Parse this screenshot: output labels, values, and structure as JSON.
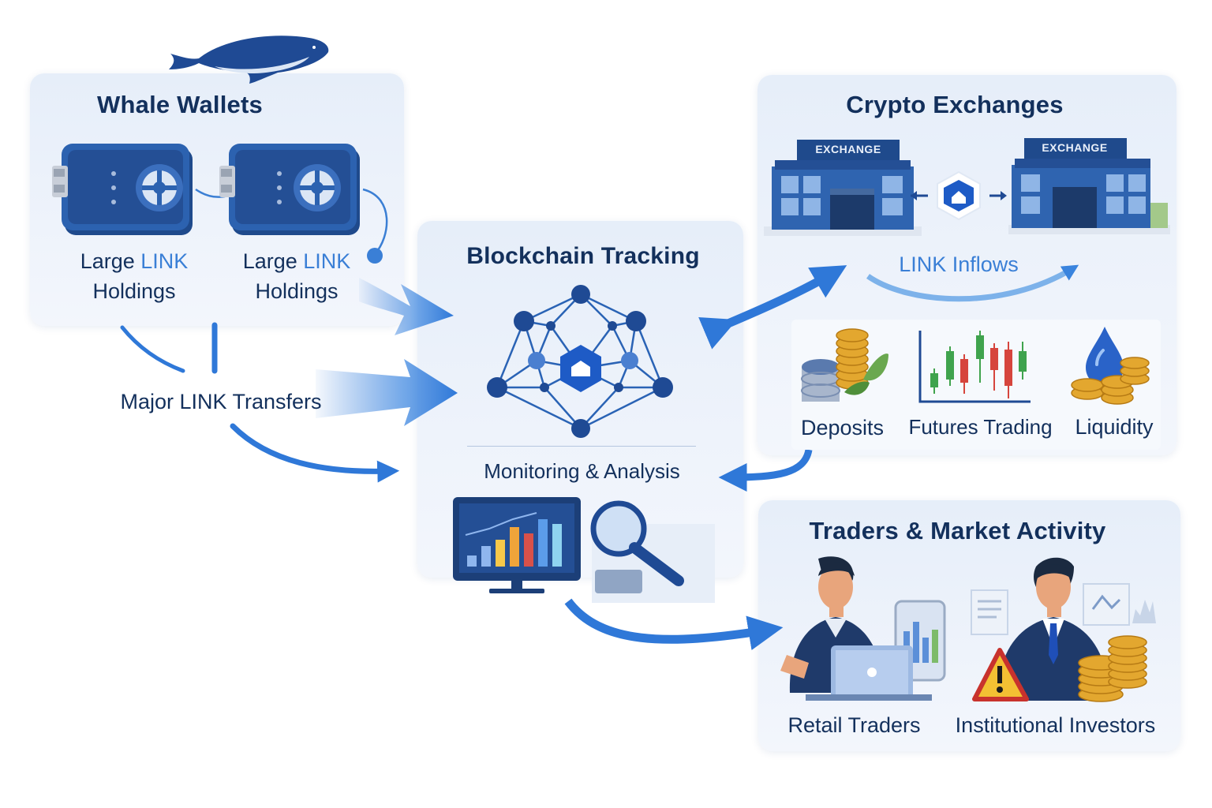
{
  "whale_panel": {
    "title": "Whale Wallets",
    "vault_1": {
      "line_1": "Large",
      "line_1_accent": "LINK",
      "line_2": "Holdings"
    },
    "vault_2": {
      "line_1": "Large",
      "line_1_accent": "LINK",
      "line_2": "Holdings"
    }
  },
  "transfers_label": "Major LINK Transfers",
  "tracking_panel": {
    "title": "Blockchain Tracking",
    "subtitle": "Monitoring & Analysis"
  },
  "exchange_panel": {
    "title": "Crypto Exchanges",
    "building_1_sign": "EXCHANGE",
    "building_2_sign": "EXCHANGE",
    "inflows_label": "LINK Inflows",
    "items": [
      {
        "label": "Deposits",
        "icon": "coins-database-icon"
      },
      {
        "label": "Futures Trading",
        "icon": "candlestick-chart-icon"
      },
      {
        "label": "Liquidity",
        "icon": "water-drop-coins-icon"
      }
    ]
  },
  "traders_panel": {
    "title": "Traders & Market Activity",
    "retail_label": "Retail Traders",
    "institutional_label": "Institutional Investors"
  },
  "colors": {
    "navy": "#13305c",
    "accent_blue": "#3a7fd6",
    "arrow_blue": "#2f78d8",
    "panel_bg": "#e9f0fa",
    "coin_gold": "#e3a72f",
    "candle_green": "#3fa34d",
    "candle_red": "#d6453d",
    "warning_red": "#c8322d",
    "warning_yellow": "#f3c033"
  }
}
